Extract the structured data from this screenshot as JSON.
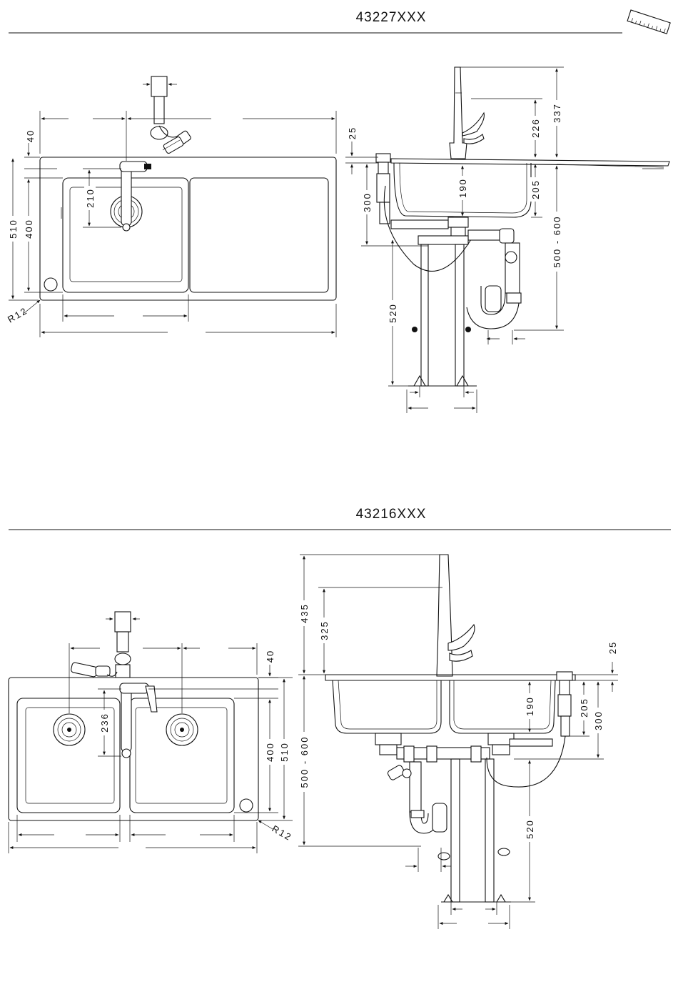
{
  "section1": {
    "title": "43227XXX",
    "dims": {
      "d40": "40",
      "d510": "510",
      "d400": "400",
      "r12": "R12",
      "d210": "210",
      "d25": "25",
      "d300": "300",
      "d190": "190",
      "d205": "205",
      "d226": "226",
      "d337": "337",
      "d500_600": "500 - 600",
      "d520": "520"
    }
  },
  "section2": {
    "title": "43216XXX",
    "dims": {
      "d40": "40",
      "d236": "236",
      "d400": "400",
      "d510": "510",
      "r12": "R12",
      "d435": "435",
      "d325": "325",
      "d500_600": "500 - 600",
      "d190": "190",
      "d25": "25",
      "d205": "205",
      "d300": "300",
      "d520": "520"
    }
  },
  "icons": {
    "ruler": "ruler-icon"
  }
}
